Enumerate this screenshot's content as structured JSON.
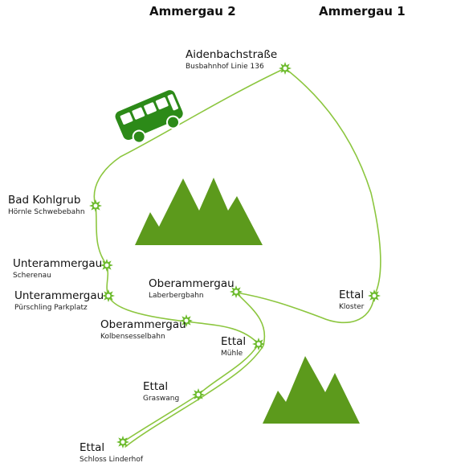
{
  "routes": {
    "ammergau2": "Ammergau 2",
    "ammergau1": "Ammergau 1"
  },
  "colors": {
    "route_line": "#8cc63f",
    "stop_marker": "#6dbb2e",
    "mountain": "#5c9a1c",
    "bus": "#2c8a18"
  },
  "icons": [
    "bus-icon",
    "mountain-icon",
    "stop-star-icon"
  ],
  "stops": [
    {
      "id": "aidenbachstrasse",
      "name": "Aidenbachstraße",
      "sub": "Busbahnhof Linie 136"
    },
    {
      "id": "bad-kohlgrub",
      "name": "Bad Kohlgrub",
      "sub": "Hörnle Schwebebahn"
    },
    {
      "id": "unterammergau-scherenau",
      "name": "Unterammergau",
      "sub": "Scherenau"
    },
    {
      "id": "unterammergau-puerschling",
      "name": "Unterammergau",
      "sub": "Pürschling Parkplatz"
    },
    {
      "id": "oberammergau-laberbergbahn",
      "name": "Oberammergau",
      "sub": "Laberbergbahn"
    },
    {
      "id": "ettal-kloster",
      "name": "Ettal",
      "sub": "Kloster"
    },
    {
      "id": "oberammergau-kolbensesselbahn",
      "name": "Oberammergau",
      "sub": "Kolbensesselbahn"
    },
    {
      "id": "ettal-muehle",
      "name": "Ettal",
      "sub": "Mühle"
    },
    {
      "id": "ettal-graswang",
      "name": "Ettal",
      "sub": "Graswang"
    },
    {
      "id": "ettal-linderhof",
      "name": "Ettal",
      "sub": "Schloss Linderhof"
    }
  ]
}
